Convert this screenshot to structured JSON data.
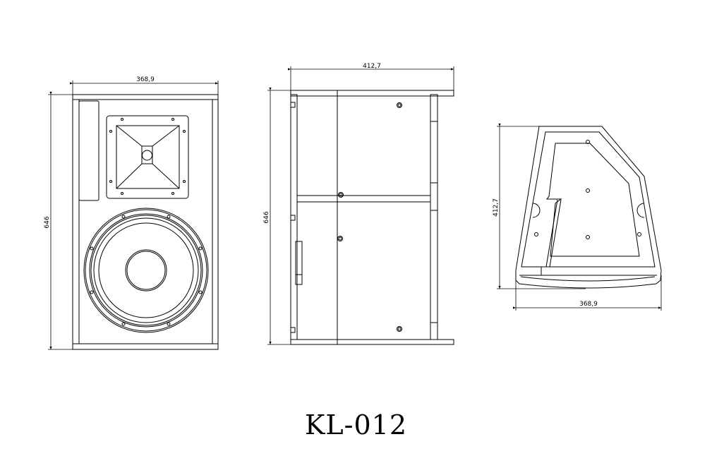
{
  "title": "KL-012",
  "front_view": {
    "width_label": "368,9",
    "height_label": "646"
  },
  "side_view": {
    "depth_label": "412,7",
    "height_label": "646"
  },
  "top_view": {
    "depth_label": "412,7",
    "width_label": "368,9"
  }
}
